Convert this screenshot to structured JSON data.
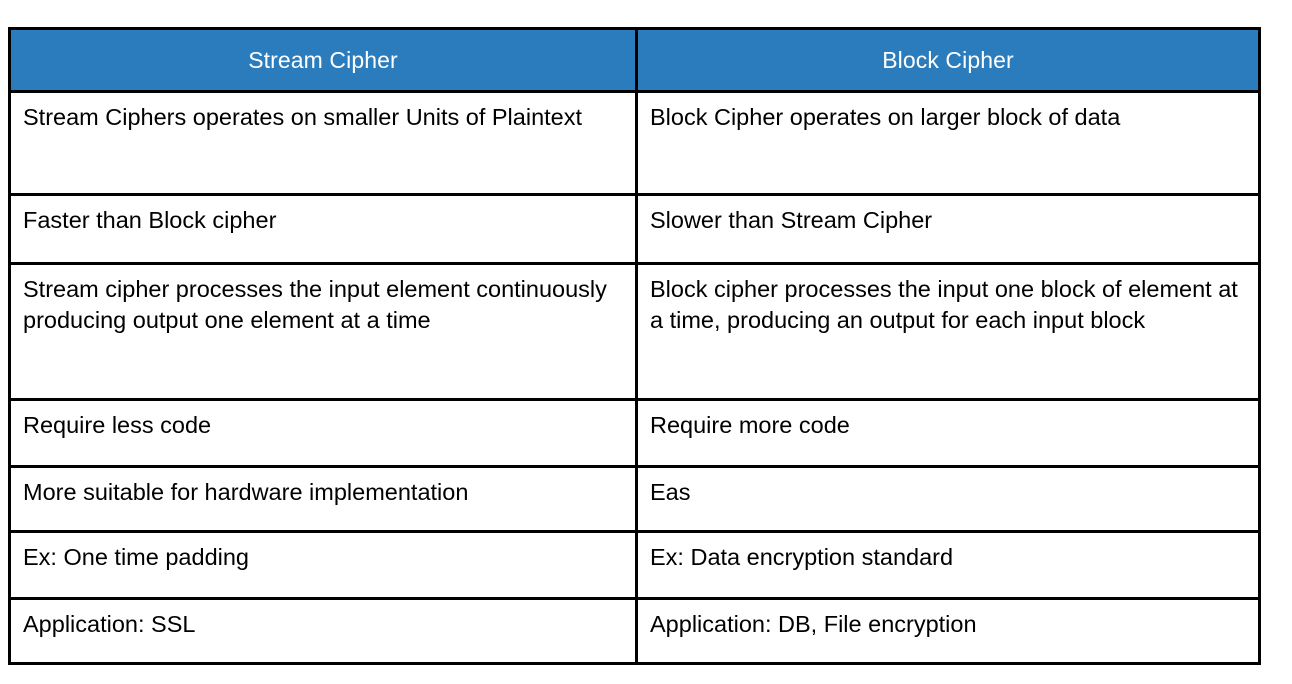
{
  "table": {
    "headers": [
      {
        "label": "Stream Cipher"
      },
      {
        "label": "Block Cipher"
      }
    ],
    "rows": [
      {
        "left": "Stream Ciphers operates on smaller Units of Plaintext",
        "right": "Block Cipher operates on larger block of data"
      },
      {
        "left": "Faster than Block cipher",
        "right": "Slower than Stream Cipher"
      },
      {
        "left": "Stream cipher processes the input element continuously producing output one element at a time",
        "right": "Block cipher processes the input one block of element at a time, producing an output for each input block"
      },
      {
        "left": "Require less code",
        "right": "Require more code"
      },
      {
        "left": "More suitable for hardware implementation",
        "right": "Eas"
      },
      {
        "left": "Ex: One time padding",
        "right": "Ex: Data encryption standard"
      },
      {
        "left": "Application: SSL",
        "right": "Application: DB, File encryption"
      }
    ],
    "colors": {
      "header_background": "#2B7CBD",
      "header_text": "#FFFFFF",
      "body_background": "#FFFFFF",
      "body_text": "#000000",
      "border": "#000000"
    }
  }
}
